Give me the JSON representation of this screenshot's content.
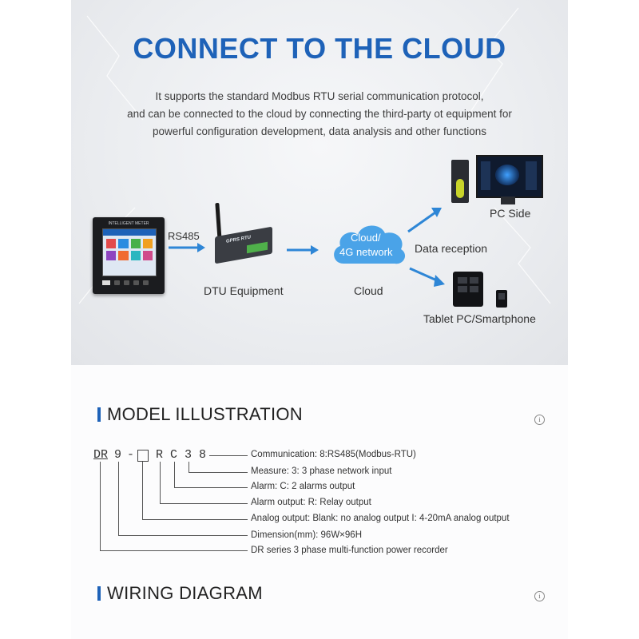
{
  "hero": {
    "title": "CONNECT TO THE CLOUD",
    "description": [
      "It supports the standard Modbus RTU serial communication protocol,",
      "and can be connected to the cloud by connecting the third-party ot equipment for",
      "powerful configuration development, data analysis and other functions"
    ],
    "meter_screen_text": "INTELLIGENT METER",
    "dtu_device_text": "GPRS RTU",
    "rs485_label": "RS485",
    "dtu_label": "DTU Equipment",
    "cloud_text_1": "Cloud/",
    "cloud_text_2": "4G network",
    "cloud_label": "Cloud",
    "data_reception_label": "Data reception",
    "pc_label": "PC Side",
    "tablet_label": "Tablet PC/Smartphone",
    "colors": {
      "accent": "#1e62b8",
      "arrow": "#2e86d6",
      "cloud": "#4aa3e8"
    }
  },
  "model": {
    "title": "MODEL ILLUSTRATION",
    "code": {
      "prefix": "DR",
      "dim": "9",
      "dash": "-",
      "r": "R",
      "c": "C",
      "three": "3",
      "eight": "8"
    },
    "rows": [
      "Communication:  8:RS485(Modbus-RTU)",
      "Measure:  3: 3 phase network input",
      "Alarm:   C: 2 alarms output",
      "Alarm output:  R: Relay output",
      "Analog output:   Blank: no analog output    I: 4-20mA analog output",
      "Dimension(mm): 96W×96H",
      "DR series 3 phase multi-function power recorder"
    ]
  },
  "wiring": {
    "title": "WIRING DIAGRAM"
  },
  "icons": {
    "info": "i"
  }
}
